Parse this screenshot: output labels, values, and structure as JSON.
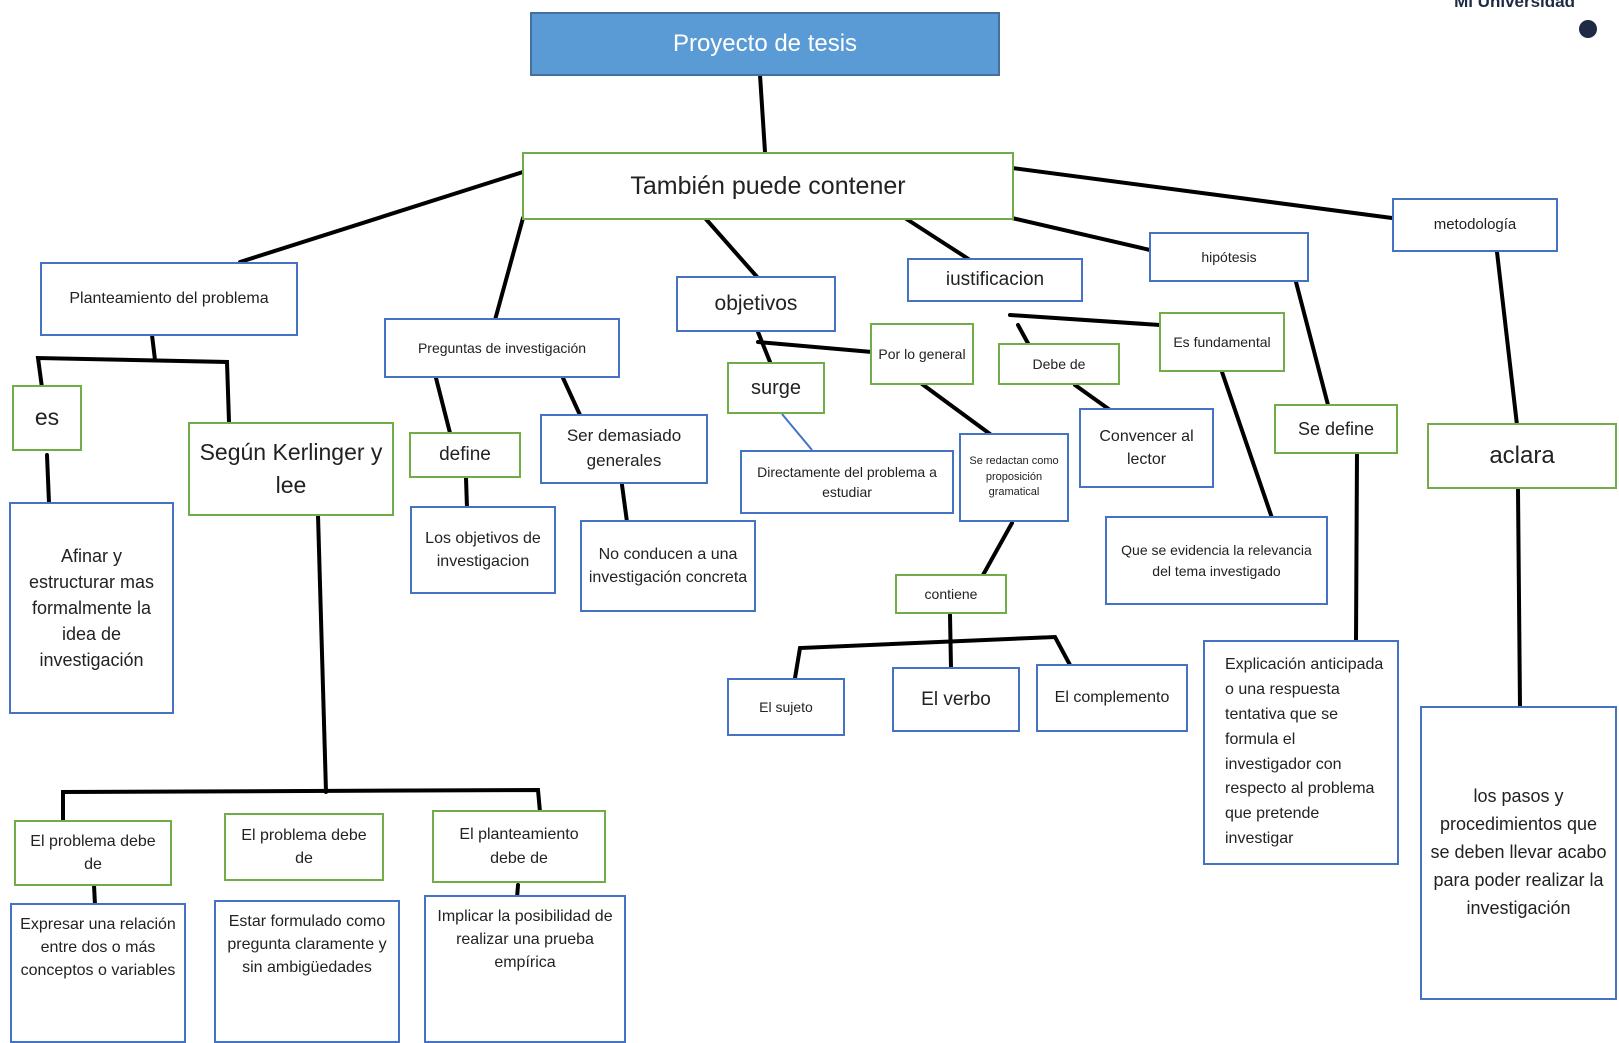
{
  "brand": "Mi Universidad",
  "nodes": {
    "root": "Proyecto de tesis",
    "contener": "También puede contener",
    "planteamiento": "Planteamiento del problema",
    "preguntas": "Preguntas de investigación",
    "objetivos": "objetivos",
    "justificacion": "iustificacion",
    "hipotesis": "hipótesis",
    "metodologia": "metodología",
    "es": "es",
    "segun": "Según Kerlinger y lee",
    "afinar": "Afinar y estructurar mas formalmente la idea de investigación",
    "define": "define",
    "objetivos_inv": "Los objetivos de investigacion",
    "demasiado": "Ser demasiado generales",
    "no_conducen": "No conducen a una investigación concreta",
    "surge": "surge",
    "directamente": "Directamente del problema a estudiar",
    "porlo": "Por lo general",
    "redactan": "Se redactan como proposición gramatical",
    "contiene": "contiene",
    "sujeto": "El sujeto",
    "verbo": "El verbo",
    "complemento": "El complemento",
    "debe_de": "Debe de",
    "convencer": "Convencer al lector",
    "fundamental": "Es fundamental",
    "evidencia": "Que se evidencia la relevancia del tema investigado",
    "se_define": "Se define",
    "explicacion": "Explicación anticipada o una respuesta tentativa que se formula el investigador con respecto al problema que pretende investigar",
    "aclara": "aclara",
    "pasos": "los pasos y procedimientos que se deben llevar acabo para poder realizar la investigación",
    "prob1": "El problema debe de",
    "prob2": "El problema debe de",
    "plant3": "El planteamiento debe de",
    "expresar": "Expresar una relación entre dos o más conceptos o variables",
    "estar": "Estar formulado como pregunta claramente y sin ambigüedades",
    "implicar": "Implicar la posibilidad de realizar una prueba empírica"
  }
}
